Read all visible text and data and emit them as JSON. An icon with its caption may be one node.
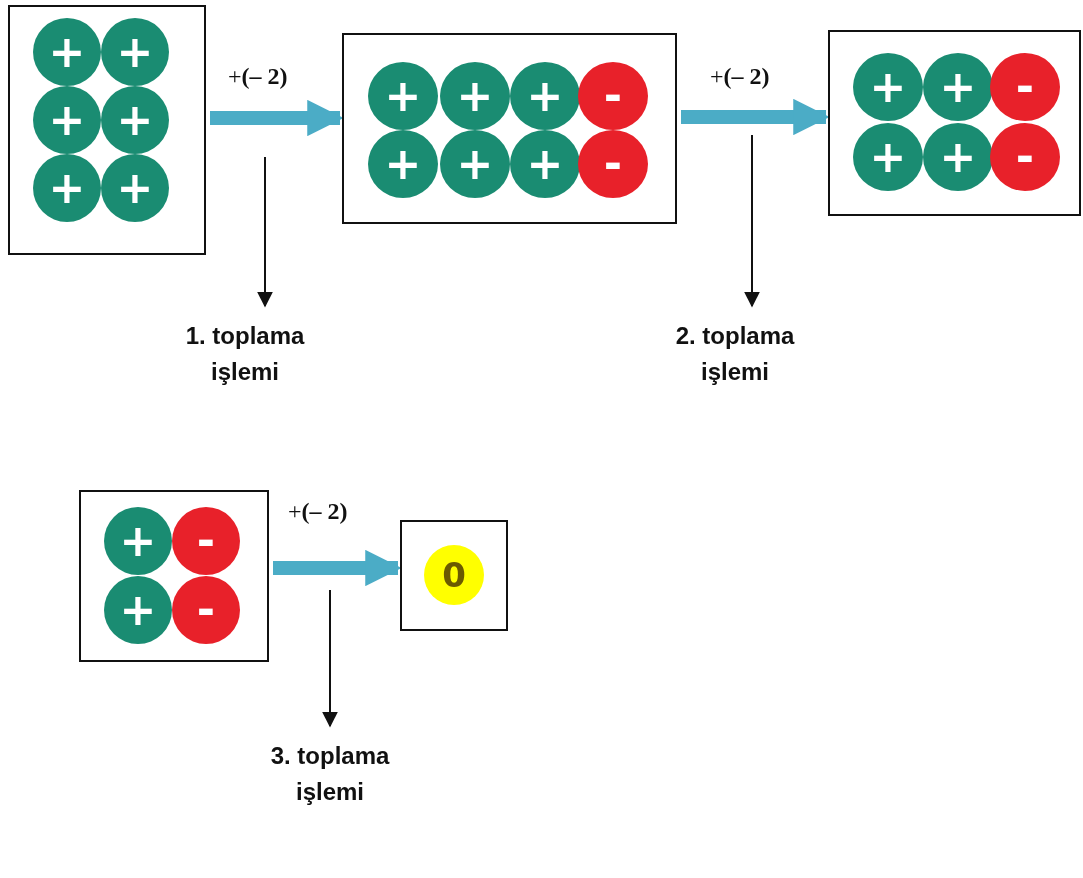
{
  "diagram": {
    "nodes": [
      {
        "text": [],
        "shape": "box"
      },
      {
        "text": [
          "+"
        ],
        "in": 0
      },
      {
        "text": [
          "+"
        ],
        "in": 0
      },
      {
        "text": [
          "+"
        ],
        "in": 0
      },
      {
        "text": [
          "+"
        ],
        "in": 0
      },
      {
        "text": [
          "+"
        ],
        "in": 0
      },
      {
        "text": [
          "+"
        ],
        "in": 0
      },
      {
        "text": [],
        "shape": "box"
      },
      {
        "text": [
          "+"
        ],
        "in": 7
      },
      {
        "text": [
          "+"
        ],
        "in": 7
      },
      {
        "text": [
          "+"
        ],
        "in": 7
      },
      {
        "text": [
          "-"
        ],
        "in": 7
      },
      {
        "text": [
          "+"
        ],
        "in": 7
      },
      {
        "text": [
          "+"
        ],
        "in": 7
      },
      {
        "text": [
          "+"
        ],
        "in": 7
      },
      {
        "text": [
          "-"
        ],
        "in": 7
      },
      {
        "text": [],
        "shape": "box"
      },
      {
        "text": [
          "+"
        ],
        "in": 16
      },
      {
        "text": [
          "+"
        ],
        "in": 16
      },
      {
        "text": [
          "-"
        ],
        "in": 16
      },
      {
        "text": [
          "+"
        ],
        "in": 16
      },
      {
        "text": [
          "+"
        ],
        "in": 16
      },
      {
        "text": [
          "-"
        ],
        "in": 16
      },
      {
        "text": [
          "1. toplama işlemi"
        ]
      },
      {
        "text": [
          "2. toplama işlemi"
        ]
      },
      {
        "text": [],
        "shape": "box"
      },
      {
        "text": [
          "+"
        ],
        "in": 25
      },
      {
        "text": [
          "-"
        ],
        "in": 25
      },
      {
        "text": [
          "+"
        ],
        "in": 25
      },
      {
        "text": [
          "-"
        ],
        "in": 25
      },
      {
        "text": [],
        "shape": "box"
      },
      {
        "text": [
          "0"
        ],
        "in": 30
      },
      {
        "text": [
          "3. toplama işlemi"
        ]
      }
    ],
    "edges": [
      {
        "from": 0,
        "to": 7,
        "arrow": "to",
        "label": "+**(– 2)**",
        "style": "thick",
        "color": "#4bacc6"
      },
      {
        "from": 7,
        "to": 16,
        "arrow": "to",
        "label": "+**(– 2)**",
        "style": "thick",
        "color": "#4bacc6"
      },
      {
        "from": 25,
        "to": 30,
        "arrow": "to",
        "label": "+**(– 2)**",
        "style": "thick",
        "color": "#4bacc6"
      },
      {
        "from": null,
        "to": 23,
        "arrow": "to",
        "color": "#111111"
      },
      {
        "from": null,
        "to": 24,
        "arrow": "to",
        "color": "#111111"
      },
      {
        "from": null,
        "to": 32,
        "arrow": "to",
        "color": "#111111"
      }
    ]
  }
}
